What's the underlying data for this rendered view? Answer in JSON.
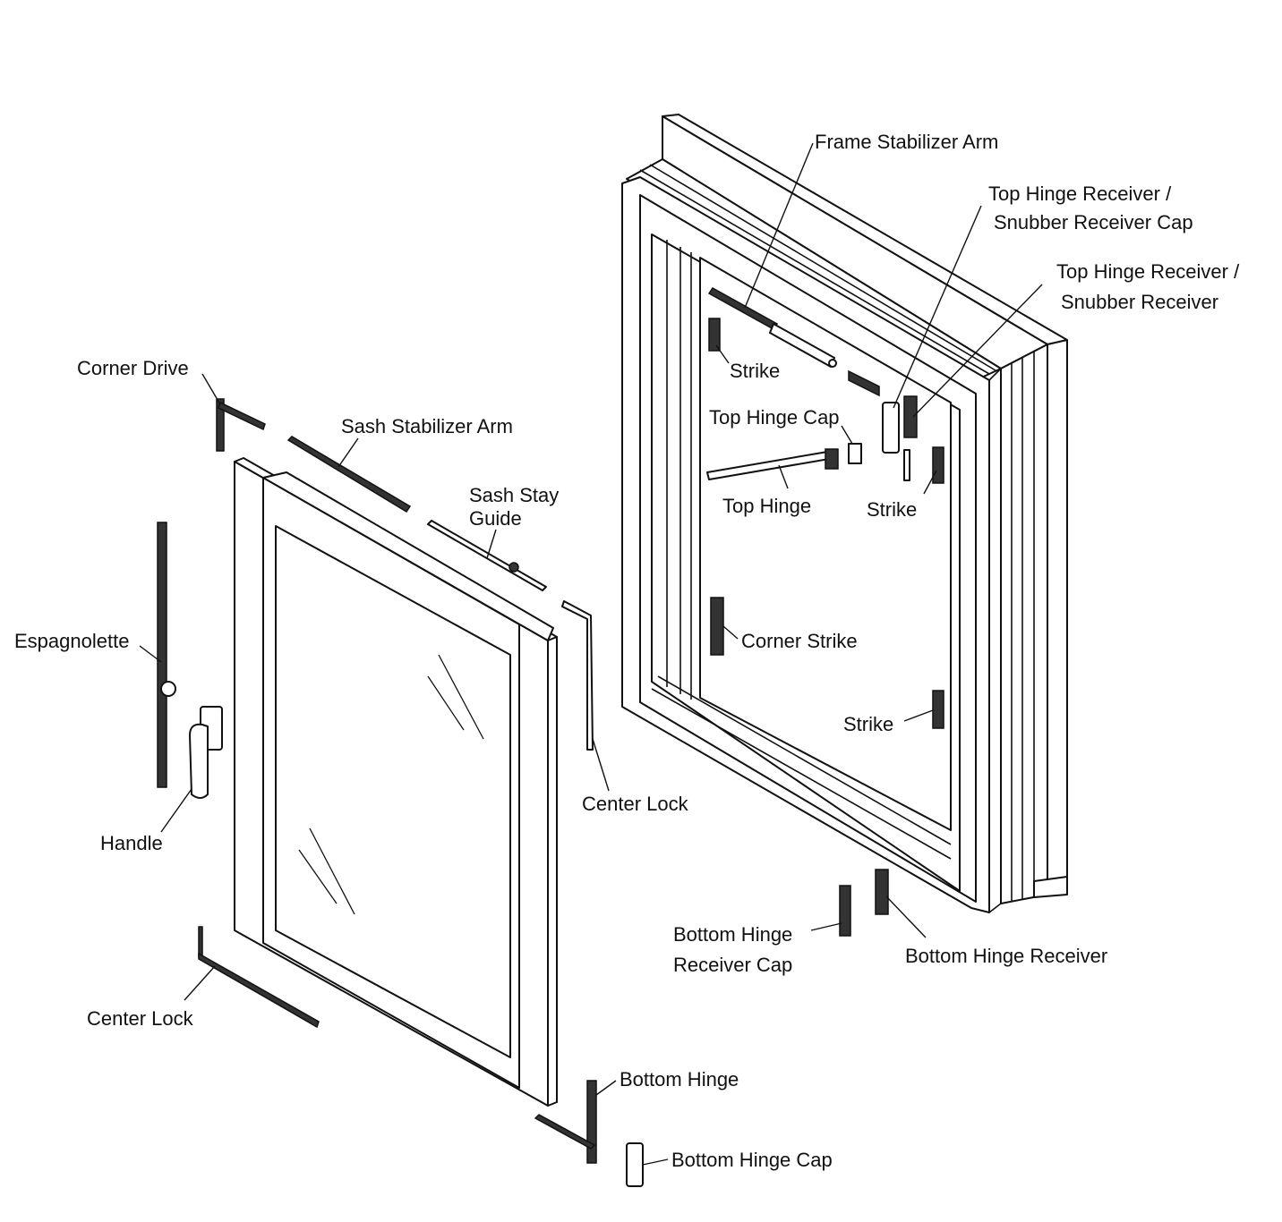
{
  "labels": {
    "frame_stabilizer_arm": "Frame Stabilizer Arm",
    "top_hinge_receiver_cap_1": "Top Hinge Receiver /",
    "top_hinge_receiver_cap_2": "Snubber Receiver Cap",
    "top_hinge_receiver_1": "Top Hinge Receiver /",
    "top_hinge_receiver_2": "Snubber Receiver",
    "strike_top": "Strike",
    "top_hinge_cap": "Top Hinge Cap",
    "top_hinge": "Top Hinge",
    "strike_right": "Strike",
    "corner_strike": "Corner Strike",
    "strike_lower": "Strike",
    "corner_drive": "Corner Drive",
    "sash_stabilizer_arm": "Sash Stabilizer Arm",
    "sash_stay_guide_1": "Sash Stay",
    "sash_stay_guide_2": "Guide",
    "espagnolette": "Espagnolette",
    "handle": "Handle",
    "center_lock_right": "Center Lock",
    "center_lock_left": "Center Lock",
    "bottom_hinge": "Bottom Hinge",
    "bottom_hinge_cap": "Bottom Hinge Cap",
    "bottom_hinge_receiver_cap_1": "Bottom Hinge",
    "bottom_hinge_receiver_cap_2": "Receiver Cap",
    "bottom_hinge_receiver": "Bottom Hinge Receiver"
  },
  "colors": {
    "line": "#111111",
    "background": "#ffffff"
  }
}
